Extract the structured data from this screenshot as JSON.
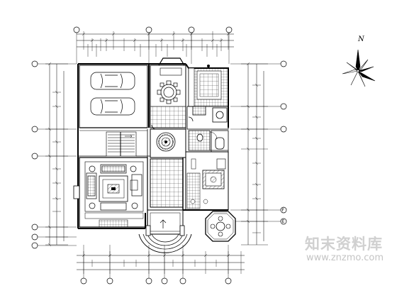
{
  "drawing": {
    "north_label": "N",
    "grid_labels_right": [
      "F",
      "E"
    ]
  },
  "watermark": {
    "brand_cn": "知末资料库",
    "url": "www.znzmo.com"
  },
  "colors": {
    "line": "#000000",
    "watermark": "#cfcfcf"
  }
}
